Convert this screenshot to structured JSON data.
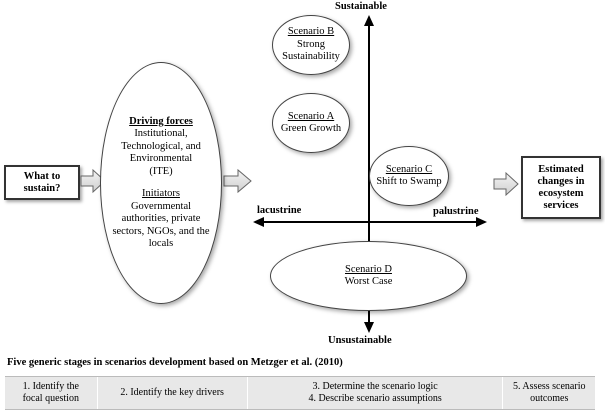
{
  "inputs": {
    "what_to_sustain": "What to sustain?"
  },
  "driving": {
    "title": "Driving forces",
    "forces_lines": [
      "Institutional,",
      "Technological, and",
      "Environmental",
      "(ITE)"
    ],
    "initiators_title": "Initiators",
    "initiators_lines": [
      "Governmental",
      "authorities,  private",
      "sectors, NGOs, and the",
      "locals"
    ]
  },
  "axes": {
    "top": "Sustainable",
    "bottom": "Unsustainable",
    "left": "lacustrine",
    "right": "palustrine"
  },
  "scenarios": {
    "b": {
      "title": "Scenario B",
      "lines": [
        "Strong",
        "Sustainability"
      ]
    },
    "a": {
      "title": "Scenario A",
      "lines": [
        "Green Growth"
      ]
    },
    "c": {
      "title": "Scenario C",
      "lines": [
        "Shift to Swamp"
      ]
    },
    "d": {
      "title": "Scenario D",
      "lines": [
        "Worst Case"
      ]
    }
  },
  "output": {
    "lines": [
      "Estimated",
      "changes in",
      "ecosystem",
      "services"
    ]
  },
  "stages": {
    "caption": "Five generic stages in scenarios development based on Metzger et al. (2010)",
    "items": [
      [
        "1. Identify the",
        "focal question"
      ],
      [
        "2. Identify the key drivers"
      ],
      [
        "3. Determine the scenario logic",
        "4. Describe scenario assumptions"
      ],
      [
        "5. Assess scenario",
        "outcomes"
      ]
    ]
  }
}
